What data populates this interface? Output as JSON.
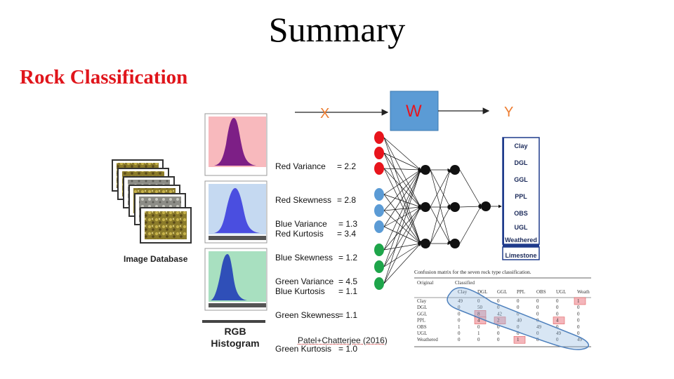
{
  "title": "Summary",
  "subtitle": "Rock Classification",
  "image_database_label": "Image Database",
  "rgb_histogram_label": [
    "RGB",
    "Histogram"
  ],
  "stats": {
    "red": [
      {
        "label": "Red Variance",
        "value": "= 2.2"
      },
      {
        "label": "Red Skewness",
        "value": "= 2.8"
      },
      {
        "label": "Red Kurtosis",
        "value": "= 3.4"
      }
    ],
    "blue": [
      {
        "label": "Blue Variance",
        "value": "= 1.3"
      },
      {
        "label": "Blue Skewness",
        "value": "= 1.2"
      },
      {
        "label": "Blue Kurtosis",
        "value": "= 1.1"
      }
    ],
    "green": [
      {
        "label": "Green Variance",
        "value": "= 4.5"
      },
      {
        "label": "Green Skewness",
        "value": "= 1.1"
      },
      {
        "label": "Green Kurtosis",
        "value": "= 1.0"
      }
    ]
  },
  "network": {
    "input_label": "X",
    "weight_label": "W",
    "output_label": "Y",
    "classes": [
      "Clay",
      "DGL",
      "GGL",
      "PPL",
      "OBS",
      "UGL",
      "Weathered",
      "Limestone"
    ]
  },
  "confusion_matrix": {
    "caption": "Confusion matrix for the seven rock type classification.",
    "header_original": "Original",
    "header_classified": "Classified",
    "columns": [
      "Clay",
      "DGL",
      "GGL",
      "PPL",
      "OBS",
      "UGL",
      "Weath"
    ],
    "rows": [
      {
        "name": "Clay",
        "values": [
          "49",
          "0",
          "0",
          "0",
          "0",
          "0",
          "1"
        ]
      },
      {
        "name": "DGL",
        "values": [
          "0",
          "50",
          "0",
          "0",
          "0",
          "0",
          "0"
        ]
      },
      {
        "name": "GGL",
        "values": [
          "0",
          "8",
          "42",
          "0",
          "0",
          "0",
          "0"
        ]
      },
      {
        "name": "PPL",
        "values": [
          "0",
          "4",
          "2",
          "40",
          "0",
          "4",
          "0"
        ]
      },
      {
        "name": "OBS",
        "values": [
          "1",
          "0",
          "0",
          "0",
          "49",
          "0",
          "0"
        ]
      },
      {
        "name": "UGL",
        "values": [
          "0",
          "1",
          "0",
          "0",
          "0",
          "49",
          "0"
        ]
      },
      {
        "name": "Weathered",
        "values": [
          "0",
          "0",
          "0",
          "1",
          "0",
          "0",
          "49"
        ]
      }
    ]
  },
  "citation": "Patel+Chatterjee (2016)",
  "colors": {
    "title_red": "#e0151b",
    "weight_box": "#5b9bd5",
    "label_orange": "#ed7d31",
    "red_hist_bg": "#f8b9bd",
    "blue_hist_bg": "#c5d9f1",
    "green_hist_bg": "#a8e0c0",
    "input_red": "#e8141c",
    "input_blue": "#5b9bd5",
    "input_green": "#1ea54a",
    "output_box": "#1f3b8c",
    "highlight": "#f4b6bb"
  }
}
